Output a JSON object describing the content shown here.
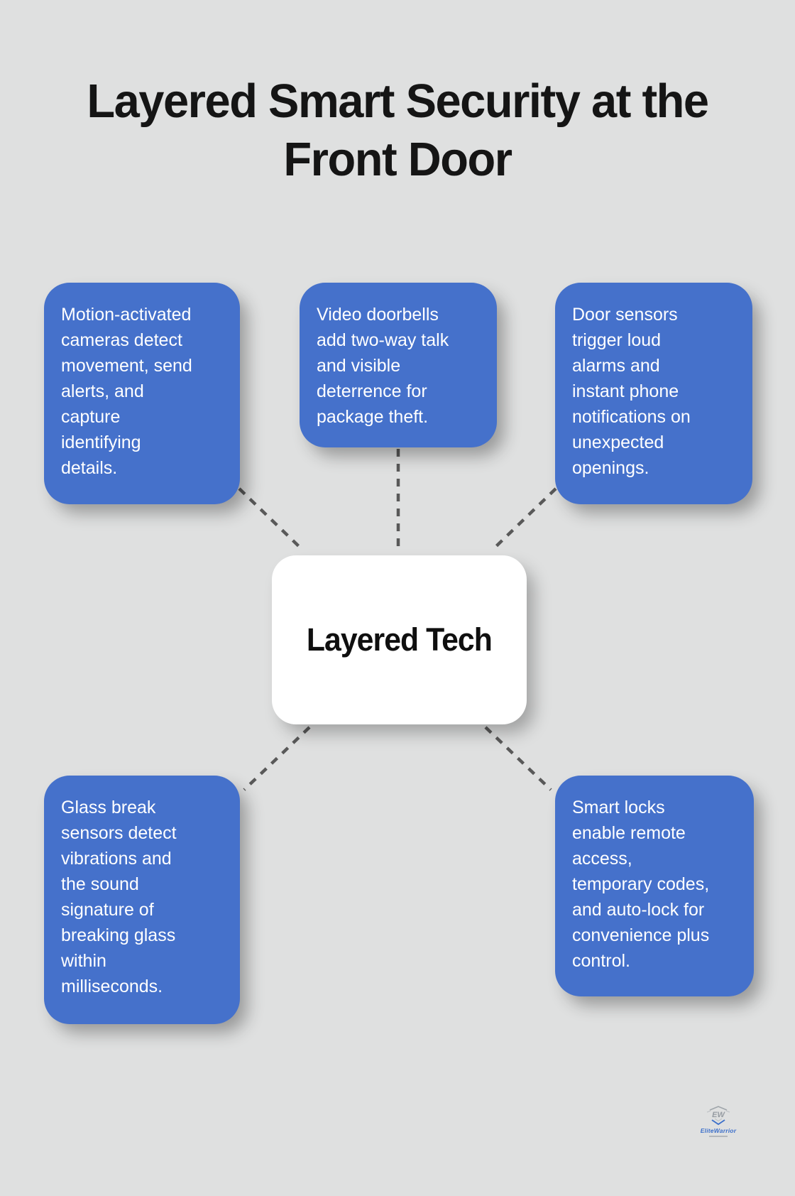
{
  "title": {
    "line1": "Layered Smart Security at the",
    "line2": "Front Door"
  },
  "center": {
    "label": "Layered Tech"
  },
  "nodes": [
    {
      "id": "motion-cameras",
      "text": "Motion-activated\ncameras detect\nmovement, send\nalerts, and\ncapture\nidentifying\ndetails."
    },
    {
      "id": "video-doorbells",
      "text": "Video doorbells\nadd two-way talk\nand visible\ndeterrence for\npackage theft."
    },
    {
      "id": "door-sensors",
      "text": "Door sensors\ntrigger loud\nalarms and\ninstant phone\nnotifications on\nunexpected\nopenings."
    },
    {
      "id": "glass-break-sensors",
      "text": "Glass break\nsensors detect\nvibrations and\nthe sound\nsignature of\nbreaking glass\nwithin\nmilliseconds."
    },
    {
      "id": "smart-locks",
      "text": "Smart locks\nenable remote\naccess,\ntemporary codes,\nand auto-lock for\nconvenience plus\ncontrol."
    }
  ],
  "logo": {
    "monogram": "EW",
    "name": "EliteWarrior"
  },
  "colors": {
    "background": "#dfe0e0",
    "node_blue": "#4571cb",
    "node_text": "#ffffff",
    "hub_bg": "#ffffff",
    "hub_text": "#0f0f0f",
    "title_text": "#151515",
    "connector": "#595959",
    "brand_blue": "#2a63c8",
    "brand_gray": "#9aa0a6"
  }
}
